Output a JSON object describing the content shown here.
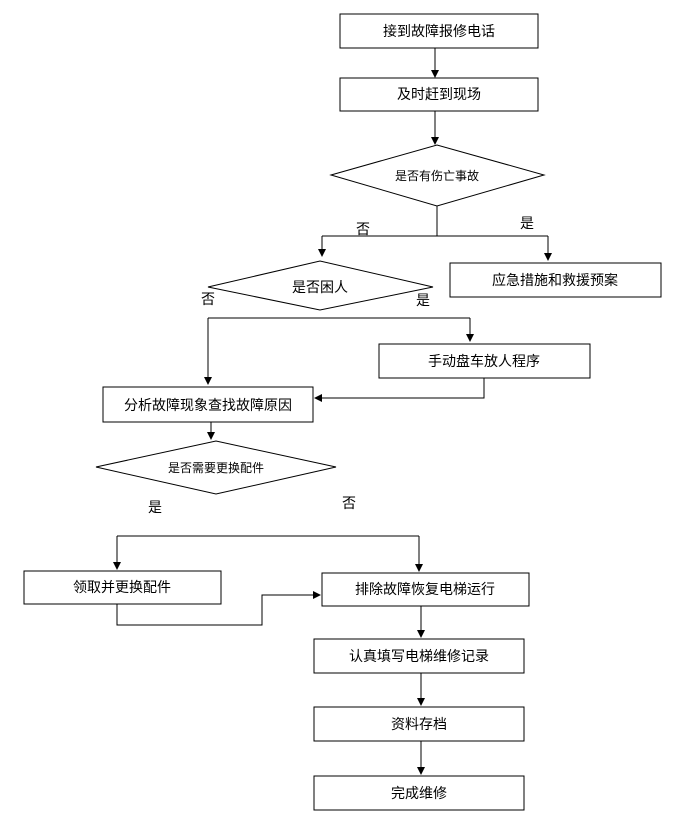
{
  "nodes": {
    "receive_call": "接到故障报修电话",
    "arrive_site": "及时赶到现场",
    "casualty_check": "是否有伤亡事故",
    "emergency_plan": "应急措施和救援预案",
    "trapped_check": "是否困人",
    "manual_release": "手动盘车放人程序",
    "analyze_fault": "分析故障现象查找故障原因",
    "parts_check": "是否需要更换配件",
    "get_parts": "领取并更换配件",
    "fix_restore": "排除故障恢复电梯运行",
    "fill_record": "认真填写电梯维修记录",
    "archive": "资料存档",
    "complete": "完成维修"
  },
  "edge_labels": {
    "casualty_no": "否",
    "casualty_yes": "是",
    "trapped_no": "否",
    "trapped_yes": "是",
    "parts_yes": "是",
    "parts_no": "否"
  }
}
